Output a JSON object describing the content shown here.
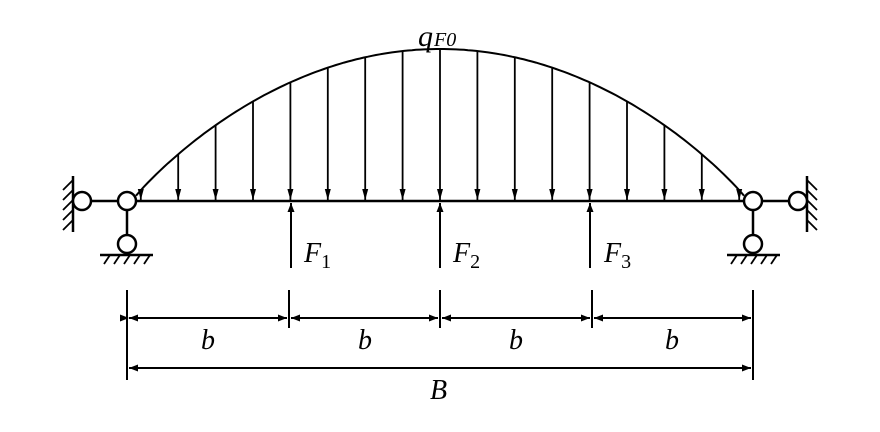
{
  "labels": {
    "load_q": "q",
    "load_q_sub": "F0",
    "forces": [
      {
        "main": "F",
        "sub": "1"
      },
      {
        "main": "F",
        "sub": "2"
      },
      {
        "main": "F",
        "sub": "3"
      }
    ],
    "segments": [
      "b",
      "b",
      "b",
      "b"
    ],
    "total": "B"
  },
  "colors": {
    "stroke": "#000000",
    "background": "#ffffff"
  }
}
